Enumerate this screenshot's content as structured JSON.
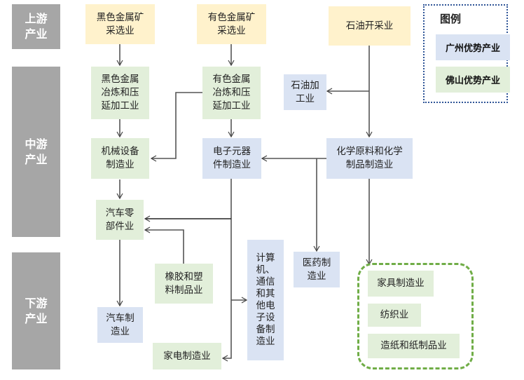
{
  "stages": {
    "upstream": "上游\n产业",
    "midstream": "中游\n产业",
    "downstream": "下游\n产业"
  },
  "legend": {
    "title": "图例",
    "items": [
      {
        "label": "广州优势产业",
        "color": "#dae3f3"
      },
      {
        "label": "佛山优势产业",
        "color": "#e2efda"
      }
    ]
  },
  "colors": {
    "upstream_node": "#fff2cc",
    "guangzhou": "#dae3f3",
    "foshan": "#e2efda",
    "stage_band": "#a6a6a6",
    "group_border": "#70ad47",
    "legend_border": "#2f5597"
  },
  "nodes": {
    "ferrous_mining": "黑色金属矿\n采选业",
    "nonferrous_mining": "有色金属矿\n采选业",
    "oil_extraction": "石油开采业",
    "ferrous_smelting": "黑色金属\n冶炼和压\n延加工业",
    "nonferrous_smelting": "有色金属\n冶炼和压\n延加工业",
    "oil_processing": "石油加\n工业",
    "machinery": "机械设备\n制造业",
    "electronic_components": "电子元器\n件制造业",
    "chemicals": "化学原料和化学\n制品制造业",
    "auto_parts": "汽车零\n部件业",
    "rubber_plastic": "橡胶和塑\n料制品业",
    "computer_comm": "计算\n机、\n通信\n和其\n他电\n子设\n备制\n造业",
    "pharma": "医药制\n造业",
    "auto_mfg": "汽车制\n造业",
    "appliance": "家电制造业",
    "furniture": "家具制造业",
    "textile": "纺织业",
    "paper": "造纸和纸制品业"
  }
}
